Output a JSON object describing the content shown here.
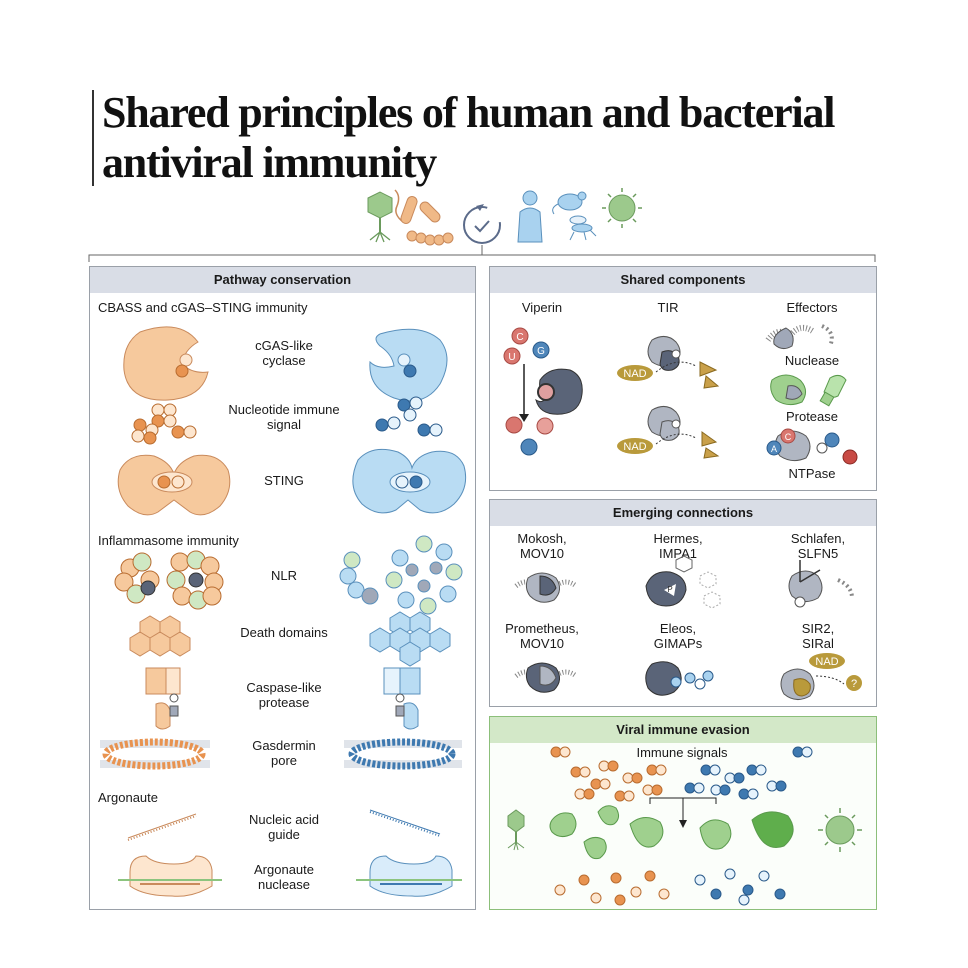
{
  "title": {
    "line1": "Shared principles of human and bacterial",
    "line2": "antiviral immunity"
  },
  "pathway": {
    "header": "Pathway conservation",
    "cbass_heading": "CBASS and cGAS–STING immunity",
    "cgas_line1": "cGAS-like",
    "cgas_line2": "cyclase",
    "nis_line1": "Nucleotide immune",
    "nis_line2": "signal",
    "sting": "STING",
    "inflammasome_heading": "Inflammasome immunity",
    "nlr": "NLR",
    "death_domains": "Death domains",
    "caspase_line1": "Caspase-like",
    "caspase_line2": "protease",
    "gasdermin_line1": "Gasdermin",
    "gasdermin_line2": "pore",
    "argonaute_heading": "Argonaute",
    "guide_line1": "Nucleic acid",
    "guide_line2": "guide",
    "ago_line1": "Argonaute",
    "ago_line2": "nuclease"
  },
  "shared": {
    "header": "Shared components",
    "viperin": "Viperin",
    "tir": "TIR",
    "effectors": "Effectors",
    "nuclease": "Nuclease",
    "protease": "Protease",
    "ntpase": "NTPase",
    "nad1": "NAD",
    "nad2": "NAD",
    "c": "C",
    "u": "U",
    "g": "G",
    "a": "A",
    "c2": "C"
  },
  "emerging": {
    "header": "Emerging connections",
    "mokosh_line1": "Mokosh,",
    "mokosh_line2": "MOV10",
    "hermes_line1": "Hermes,",
    "hermes_line2": "IMPA1",
    "schlafen_line1": "Schlafen,",
    "schlafen_line2": "SLFN5",
    "prometheus_line1": "Prometheus,",
    "prometheus_line2": "MOV10",
    "eleos_line1": "Eleos,",
    "eleos_line2": "GIMAPs",
    "sir2_line1": "SIR2,",
    "sir2_line2": "SIRal",
    "nad": "NAD",
    "question": "?",
    "p": "P"
  },
  "evasion": {
    "header": "Viral immune evasion",
    "immune_signals": "Immune signals"
  },
  "colors": {
    "bacterial": "#f2b883",
    "human": "#a9d2ef",
    "nad": "#b99a3b",
    "green": "#8cc47e"
  }
}
